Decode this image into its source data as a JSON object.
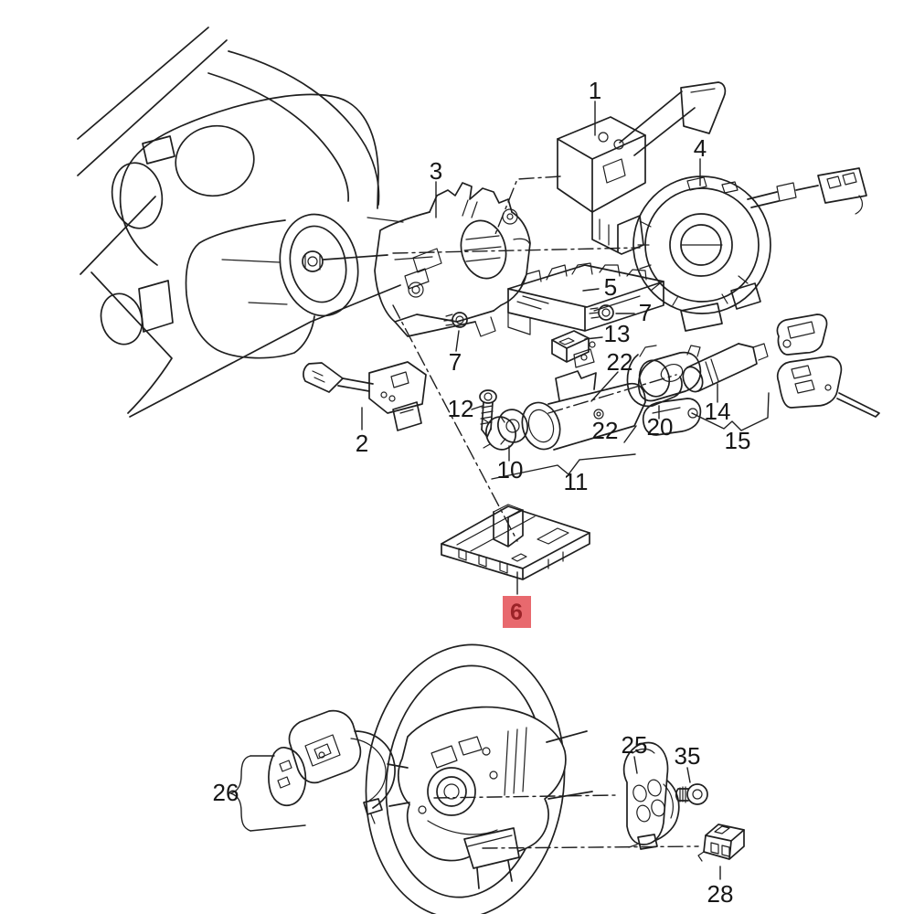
{
  "window": {
    "background": "#ffffff"
  },
  "diagram": {
    "kind": "exploded-parts-line-drawing",
    "line_color": "#1f1f1f",
    "label_color": "#161616",
    "highlighted_part": "6",
    "highlight": {
      "bg": "#e8696e",
      "text": "#9b2328"
    },
    "callouts": [
      {
        "label": "1"
      },
      {
        "label": "3"
      },
      {
        "label": "4"
      },
      {
        "label": "5"
      },
      {
        "label": "7"
      },
      {
        "label": "13"
      },
      {
        "label": "22"
      },
      {
        "label": "2"
      },
      {
        "label": "7"
      },
      {
        "label": "12"
      },
      {
        "label": "10"
      },
      {
        "label": "11"
      },
      {
        "label": "22"
      },
      {
        "label": "20"
      },
      {
        "label": "14"
      },
      {
        "label": "15"
      },
      {
        "label": "6"
      },
      {
        "label": "26"
      },
      {
        "label": "25"
      },
      {
        "label": "35"
      },
      {
        "label": "28"
      }
    ]
  }
}
